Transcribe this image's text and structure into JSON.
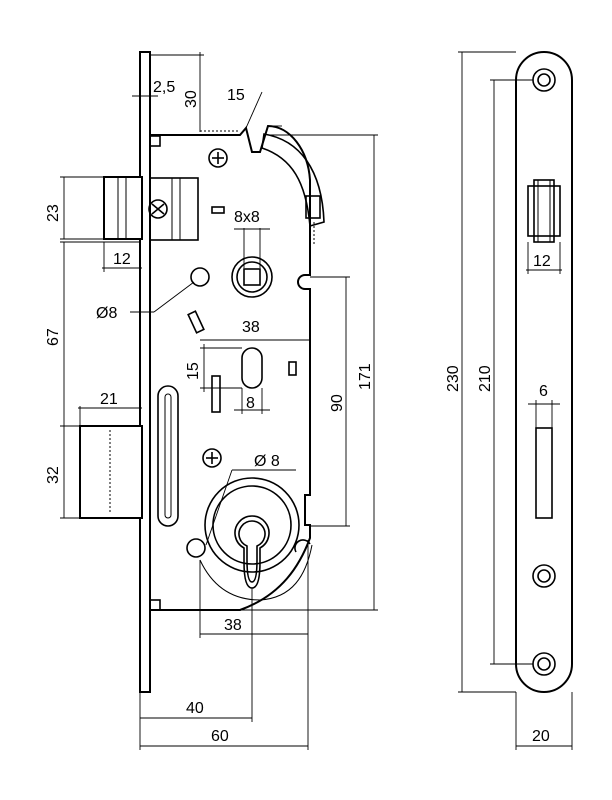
{
  "drawing": {
    "dimensions": {
      "d_2_5": "2,5",
      "d_30": "30",
      "d_15_top": "15",
      "d_23": "23",
      "d_8x8": "8x8",
      "d_12_side": "12",
      "d_o8_top": "Ø8",
      "d_67": "67",
      "d_38_mid": "38",
      "d_15_mid": "15",
      "d_8_small": "8",
      "d_171": "171",
      "d_90": "90",
      "d_21": "21",
      "d_o8_bottom": "Ø 8",
      "d_32": "32",
      "d_38_bottom": "38",
      "d_40": "40",
      "d_60": "60",
      "d_230": "230",
      "d_210": "210",
      "d_12_front": "12",
      "d_6": "6",
      "d_20": "20"
    }
  }
}
